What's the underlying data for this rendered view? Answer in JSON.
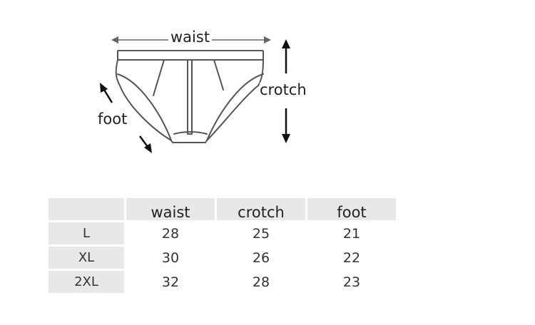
{
  "diagram": {
    "waist_label": "waist",
    "crotch_label": "crotch",
    "foot_label": "foot",
    "line_color": "#555555",
    "arrow_color": "#111111"
  },
  "table": {
    "headers": [
      "",
      "waist",
      "crotch",
      "foot"
    ],
    "rows": [
      {
        "size": "L",
        "waist": "28",
        "crotch": "25",
        "foot": "21"
      },
      {
        "size": "XL",
        "waist": "30",
        "crotch": "26",
        "foot": "22"
      },
      {
        "size": "2XL",
        "waist": "32",
        "crotch": "28",
        "foot": "23"
      }
    ],
    "header_bg": "#e8e8e8"
  }
}
